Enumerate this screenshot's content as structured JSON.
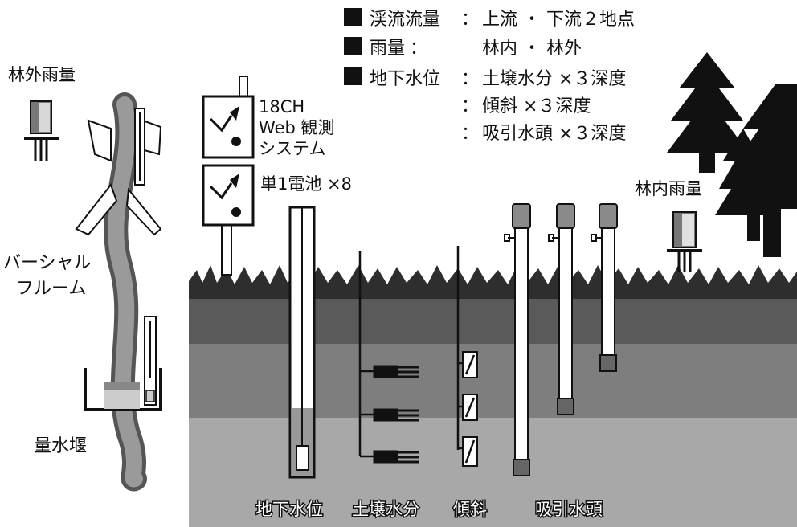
{
  "legend": {
    "items": [
      {
        "label": "渓流流量",
        "sep": "：",
        "value": "上流 ・ 下流２地点"
      },
      {
        "label": "雨量",
        "sep": "：",
        "value": "林内 ・ 林外"
      },
      {
        "label": "地下水位",
        "sep": "：",
        "value": "土壌水分 ×３深度"
      }
    ],
    "extra": [
      {
        "sep": "：",
        "value": "傾斜 ×３深度"
      },
      {
        "sep": "：",
        "value": "吸引水頭 ×３深度"
      }
    ]
  },
  "labels": {
    "rain_outside": "林外雨量",
    "rain_inside": "林内雨量",
    "flume_line1": "バーシャル",
    "flume_line2": "フルーム",
    "weir": "量水堰",
    "system_line1": "18CH",
    "system_line2": "Web 観測",
    "system_line3": "システム",
    "battery": "単1電池 ×8"
  },
  "bottom_labels": {
    "groundwater": "地下水位",
    "soil_moisture": "土壌水分",
    "tilt": "傾斜",
    "suction": "吸引水頭"
  },
  "colors": {
    "ground_top": "#2e2e2e",
    "layer1": "#5a5a5a",
    "layer2": "#7e7e7e",
    "layer3": "#a8a8a8",
    "stream": "#8a8a8a"
  }
}
